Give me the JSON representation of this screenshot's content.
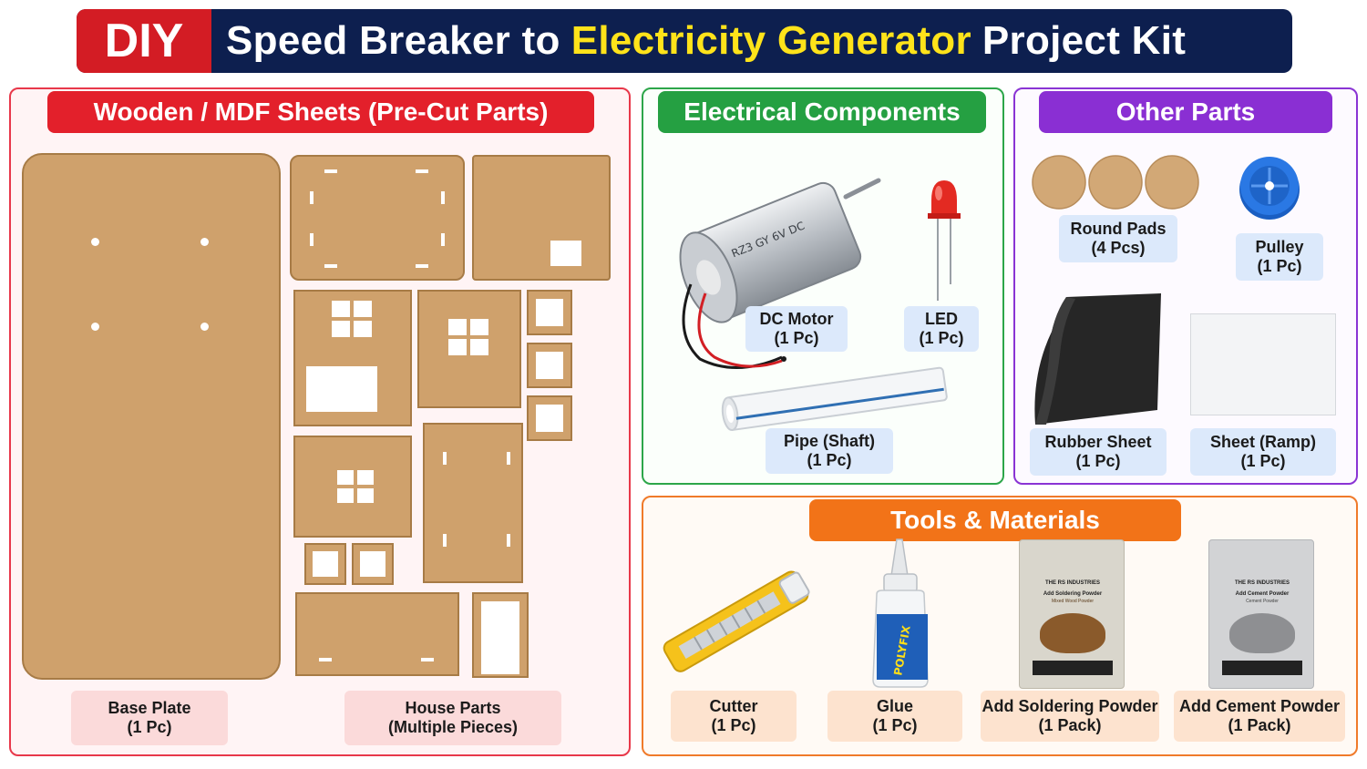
{
  "banner": {
    "diy": "DIY",
    "title_part1": "Speed Breaker to",
    "title_highlight": "Electricity Generator",
    "title_part2": "Project Kit"
  },
  "sections": {
    "wood": {
      "title": "Wooden / MDF Sheets (Pre-Cut Parts)",
      "items": [
        {
          "name": "Base Plate",
          "qty": "(1 Pc)"
        },
        {
          "name": "House Parts",
          "qty": "(Multiple Pieces)"
        }
      ]
    },
    "electrical": {
      "title": "Electrical Components",
      "items": [
        {
          "name": "DC Motor",
          "qty": "(1 Pc)"
        },
        {
          "name": "LED",
          "qty": "(1 Pc)"
        },
        {
          "name": "Pipe (Shaft)",
          "qty": "(1 Pc)"
        }
      ]
    },
    "other": {
      "title": "Other Parts",
      "items": [
        {
          "name": "Round Pads",
          "qty": "(4 Pcs)"
        },
        {
          "name": "Pulley",
          "qty": "(1 Pc)"
        },
        {
          "name": "Rubber Sheet",
          "qty": "(1 Pc)"
        },
        {
          "name": "Sheet (Ramp)",
          "qty": "(1 Pc)"
        }
      ]
    },
    "tools": {
      "title": "Tools & Materials",
      "items": [
        {
          "name": "Cutter",
          "qty": "(1 Pc)"
        },
        {
          "name": "Glue",
          "qty": "(1 Pc)"
        },
        {
          "name": "Add Soldering Powder",
          "qty": "(1 Pack)"
        },
        {
          "name": "Add Cement Powder",
          "qty": "(1 Pack)"
        }
      ]
    }
  },
  "product_text": {
    "motor_print": "RZ3 GY 6V DC",
    "glue_brand": "POLYFIX",
    "bag_brand": "THE RS INDUSTRIES",
    "soldering_bag_title": "Add Soldering Powder",
    "soldering_bag_sub": "Mixed Wood Powder",
    "cement_bag_title": "Add Cement Powder",
    "cement_bag_sub": "Cement Powder"
  },
  "colors": {
    "banner_bg": "#0d1f4f",
    "diy_red": "#d31c24",
    "highlight_yellow": "#ffe31a",
    "wood_red": "#e3202b",
    "elec_green": "#25a042",
    "other_purple": "#8a2fd3",
    "tools_orange": "#f27318",
    "mdf": "#cfa16c"
  }
}
